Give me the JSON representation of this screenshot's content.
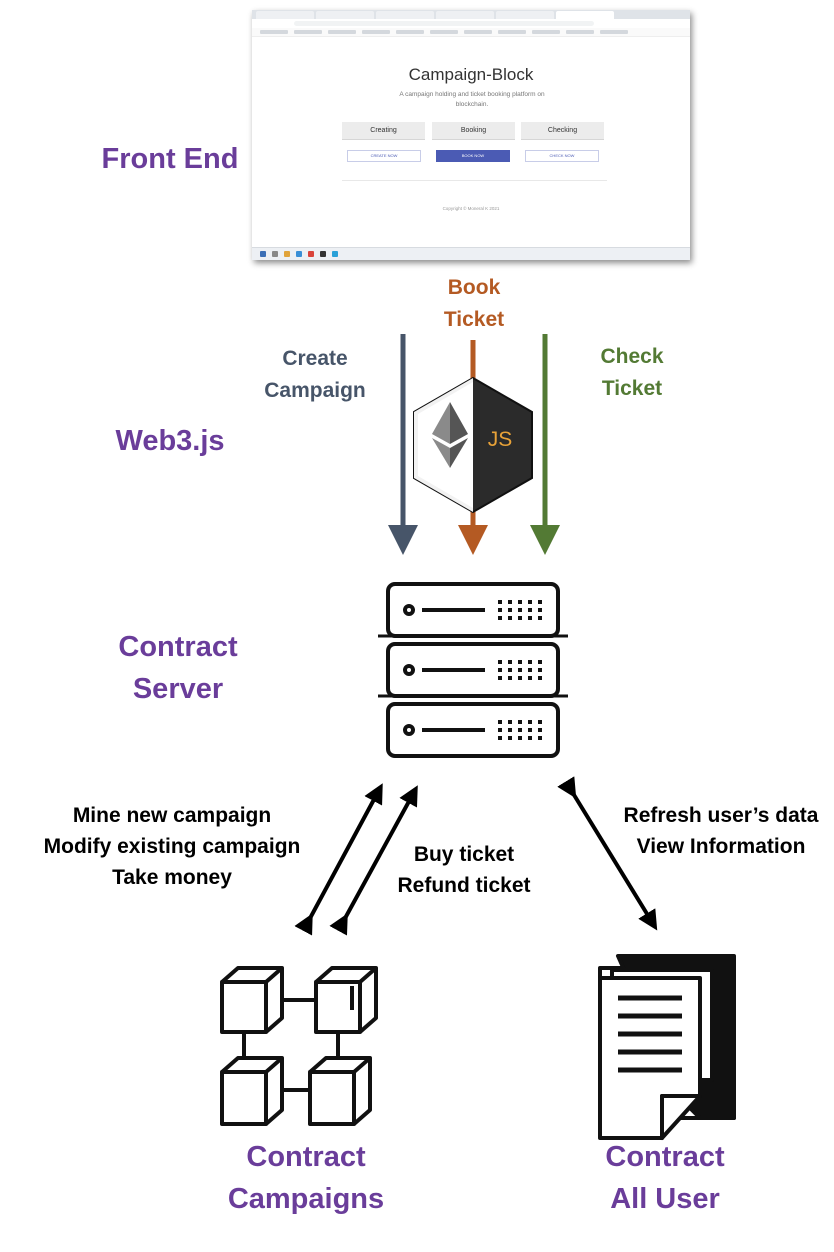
{
  "layers": {
    "front_end": "Front End",
    "web3": "Web3.js",
    "contract_server": [
      "Contract",
      "Server"
    ],
    "contract_campaigns": [
      "Contract",
      "Campaigns"
    ],
    "contract_all_user": [
      "Contract",
      "All User"
    ]
  },
  "web3_flows": {
    "create_campaign": [
      "Create",
      "Campaign"
    ],
    "book_ticket": [
      "Book",
      "Ticket"
    ],
    "check_ticket": [
      "Check",
      "Ticket"
    ]
  },
  "server_campaign_ops": [
    "Mine new campaign",
    "Modify existing campaign",
    "Take money"
  ],
  "ticket_ops": [
    "Buy ticket",
    "Refund ticket"
  ],
  "user_ops": [
    "Refresh user’s data",
    "View Information"
  ],
  "web3_logo": {
    "badge_text": "JS"
  },
  "browser": {
    "site_title": "Campaign-Block",
    "site_subtitle": "A campaign holding and ticket booking platform on blockchain.",
    "cards": [
      "Creating",
      "Booking",
      "Checking"
    ],
    "buttons": [
      "CREATE NOW",
      "BOOK NOW",
      "CHECK NOW"
    ],
    "footer": "Copyright © Moneral K 2021"
  },
  "colors": {
    "layer_label": "#6a3d9a",
    "create_arrow": "#475569",
    "book_arrow": "#b45a23",
    "check_arrow": "#537a34",
    "browser_primary": "#4b5bb4"
  }
}
